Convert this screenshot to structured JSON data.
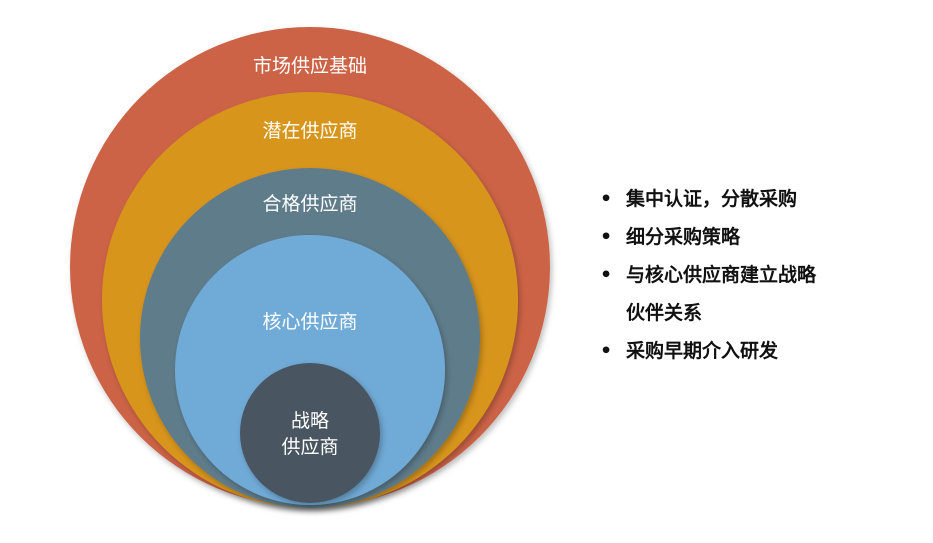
{
  "diagram": {
    "rings": [
      {
        "label": "市场供应基础",
        "color": "#CC6446"
      },
      {
        "label": "潜在供应商",
        "color": "#D8951E"
      },
      {
        "label": "合格供应商",
        "color": "#5E7C8B"
      },
      {
        "label": "核心供应商",
        "color": "#6FAAD6"
      },
      {
        "label_line1": "战略",
        "label_line2": "供应商",
        "color": "#4A5560"
      }
    ]
  },
  "bullets": {
    "symbol": "•",
    "items": [
      {
        "text": "集中认证，分散采购"
      },
      {
        "text_line1": "与核心供应商建立战略",
        "text_line2": "伙伴关系"
      },
      {
        "text": "细分采购策略"
      },
      {
        "text": "采购早期介入研发"
      }
    ]
  }
}
